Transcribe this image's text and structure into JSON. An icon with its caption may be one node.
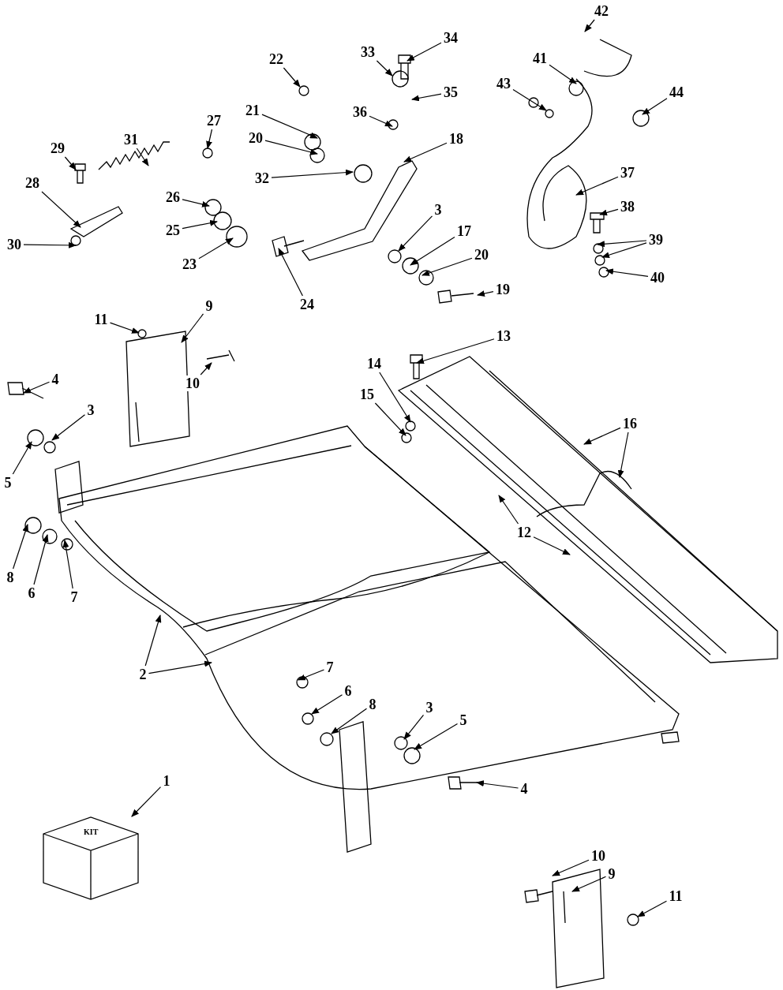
{
  "diagram": {
    "nodes": [
      {
        "text": [
          "42"
        ]
      },
      {
        "text": [
          "34"
        ]
      },
      {
        "text": [
          "33"
        ]
      },
      {
        "text": [
          "22"
        ]
      },
      {
        "text": [
          "41"
        ]
      },
      {
        "text": [
          "43"
        ]
      },
      {
        "text": [
          "35"
        ]
      },
      {
        "text": [
          "44"
        ]
      },
      {
        "text": [
          "36"
        ]
      },
      {
        "text": [
          "21"
        ]
      },
      {
        "text": [
          "27"
        ]
      },
      {
        "text": [
          "20"
        ]
      },
      {
        "text": [
          "18"
        ]
      },
      {
        "text": [
          "31"
        ]
      },
      {
        "text": [
          "29"
        ]
      },
      {
        "text": [
          "37"
        ]
      },
      {
        "text": [
          "32"
        ]
      },
      {
        "text": [
          "28"
        ]
      },
      {
        "text": [
          "26"
        ]
      },
      {
        "text": [
          "38"
        ]
      },
      {
        "text": [
          "3"
        ]
      },
      {
        "text": [
          "17"
        ]
      },
      {
        "text": [
          "25"
        ]
      },
      {
        "text": [
          "39"
        ]
      },
      {
        "text": [
          "30"
        ]
      },
      {
        "text": [
          "20"
        ]
      },
      {
        "text": [
          "23"
        ]
      },
      {
        "text": [
          "40"
        ]
      },
      {
        "text": [
          "19"
        ]
      },
      {
        "text": [
          "24"
        ]
      },
      {
        "text": [
          "9"
        ]
      },
      {
        "text": [
          "11"
        ]
      },
      {
        "text": [
          "13"
        ]
      },
      {
        "text": [
          "14"
        ]
      },
      {
        "text": [
          "4"
        ]
      },
      {
        "text": [
          "10"
        ]
      },
      {
        "text": [
          "15"
        ]
      },
      {
        "text": [
          "3"
        ]
      },
      {
        "text": [
          "16"
        ]
      },
      {
        "text": [
          "5"
        ]
      },
      {
        "text": [
          "12"
        ]
      },
      {
        "text": [
          "8"
        ]
      },
      {
        "text": [
          "6"
        ]
      },
      {
        "text": [
          "7"
        ]
      },
      {
        "text": [
          "2"
        ]
      },
      {
        "text": [
          "7"
        ]
      },
      {
        "text": [
          "6"
        ]
      },
      {
        "text": [
          "8"
        ]
      },
      {
        "text": [
          "3"
        ]
      },
      {
        "text": [
          "5"
        ]
      },
      {
        "text": [
          "1"
        ]
      },
      {
        "text": [
          "4"
        ]
      },
      {
        "text": [
          "10"
        ]
      },
      {
        "text": [
          "9"
        ]
      },
      {
        "text": [
          "11"
        ]
      },
      {
        "text": [
          "KIT"
        ]
      }
    ],
    "edges": [
      {
        "from": 0,
        "to": null,
        "arrow": "to"
      },
      {
        "from": 1,
        "to": null,
        "arrow": "to"
      },
      {
        "from": 2,
        "to": null,
        "arrow": "to"
      },
      {
        "from": 3,
        "to": null,
        "arrow": "to"
      },
      {
        "from": 4,
        "to": null,
        "arrow": "to"
      },
      {
        "from": 5,
        "to": null,
        "arrow": "to"
      },
      {
        "from": 6,
        "to": null,
        "arrow": "to"
      },
      {
        "from": 7,
        "to": null,
        "arrow": "to"
      },
      {
        "from": 8,
        "to": null,
        "arrow": "to"
      },
      {
        "from": 9,
        "to": null,
        "arrow": "to"
      },
      {
        "from": 10,
        "to": null,
        "arrow": "to"
      },
      {
        "from": 11,
        "to": null,
        "arrow": "to"
      },
      {
        "from": 12,
        "to": null,
        "arrow": "to"
      },
      {
        "from": 13,
        "to": null,
        "arrow": "to"
      },
      {
        "from": 14,
        "to": null,
        "arrow": "to"
      },
      {
        "from": 15,
        "to": null,
        "arrow": "to"
      },
      {
        "from": 16,
        "to": null,
        "arrow": "to"
      },
      {
        "from": 17,
        "to": null,
        "arrow": "to"
      },
      {
        "from": 18,
        "to": null,
        "arrow": "to"
      },
      {
        "from": 19,
        "to": null,
        "arrow": "to"
      },
      {
        "from": 20,
        "to": null,
        "arrow": "to"
      },
      {
        "from": 21,
        "to": null,
        "arrow": "to"
      },
      {
        "from": 22,
        "to": null,
        "arrow": "to"
      },
      {
        "from": 23,
        "to": null,
        "arrow": "to"
      },
      {
        "from": 23,
        "to": null,
        "arrow": "to"
      },
      {
        "from": 24,
        "to": null,
        "arrow": "to"
      },
      {
        "from": 25,
        "to": null,
        "arrow": "to"
      },
      {
        "from": 26,
        "to": null,
        "arrow": "to"
      },
      {
        "from": 27,
        "to": null,
        "arrow": "to"
      },
      {
        "from": 28,
        "to": null,
        "arrow": "to"
      },
      {
        "from": 29,
        "to": null,
        "arrow": "to"
      },
      {
        "from": 30,
        "to": null,
        "arrow": "to"
      },
      {
        "from": 31,
        "to": null,
        "arrow": "to"
      },
      {
        "from": 32,
        "to": null,
        "arrow": "to"
      },
      {
        "from": 33,
        "to": null,
        "arrow": "to"
      },
      {
        "from": 34,
        "to": null,
        "arrow": "to"
      },
      {
        "from": 35,
        "to": null,
        "arrow": "to"
      },
      {
        "from": 36,
        "to": null,
        "arrow": "to"
      },
      {
        "from": 37,
        "to": null,
        "arrow": "to"
      },
      {
        "from": 38,
        "to": null,
        "arrow": "to"
      },
      {
        "from": 38,
        "to": null,
        "arrow": "to"
      },
      {
        "from": 39,
        "to": null,
        "arrow": "to"
      },
      {
        "from": 40,
        "to": null,
        "arrow": "to"
      },
      {
        "from": 40,
        "to": null,
        "arrow": "to"
      },
      {
        "from": 41,
        "to": null,
        "arrow": "to"
      },
      {
        "from": 42,
        "to": null,
        "arrow": "to"
      },
      {
        "from": 43,
        "to": null,
        "arrow": "to"
      },
      {
        "from": 44,
        "to": null,
        "arrow": "to"
      },
      {
        "from": 44,
        "to": null,
        "arrow": "to"
      },
      {
        "from": 45,
        "to": null,
        "arrow": "to"
      },
      {
        "from": 46,
        "to": null,
        "arrow": "to"
      },
      {
        "from": 47,
        "to": null,
        "arrow": "to"
      },
      {
        "from": 48,
        "to": null,
        "arrow": "to"
      },
      {
        "from": 49,
        "to": null,
        "arrow": "to"
      },
      {
        "from": 50,
        "to": 55,
        "arrow": "to"
      },
      {
        "from": 51,
        "to": null,
        "arrow": "to"
      },
      {
        "from": 52,
        "to": null,
        "arrow": "to"
      },
      {
        "from": 53,
        "to": null,
        "arrow": "to"
      },
      {
        "from": 54,
        "to": null,
        "arrow": "to"
      }
    ]
  }
}
